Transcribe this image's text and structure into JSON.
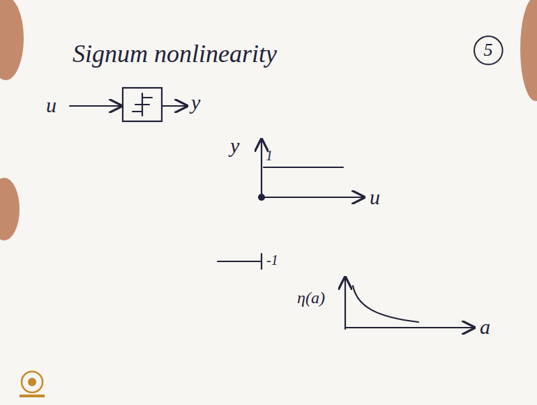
{
  "diagram": {
    "title": "Signum nonlinearity",
    "nodes": [
      {
        "text": [
          "5"
        ]
      }
    ],
    "labels": [
      "u",
      "y",
      "y",
      "1",
      "u",
      "-1",
      "η(a)",
      "a"
    ]
  }
}
